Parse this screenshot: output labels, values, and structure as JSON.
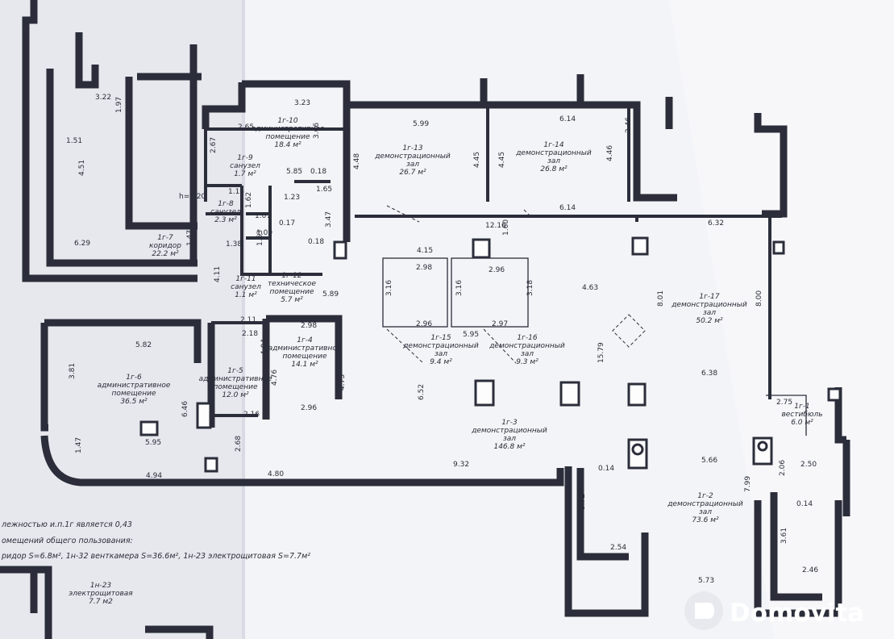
{
  "rooms": [
    {
      "id": "r1",
      "lines": [
        "1г-1",
        "вестибюль",
        "6.0 м²"
      ]
    },
    {
      "id": "r2",
      "lines": [
        "1г-2",
        "демонстрационный",
        "зал",
        "73.6 м²"
      ]
    },
    {
      "id": "r3",
      "lines": [
        "1г-3",
        "демонстрационный",
        "зал",
        "146.8 м²"
      ]
    },
    {
      "id": "r4",
      "lines": [
        "1г-4",
        "административное",
        "помещение",
        "14.1 м²"
      ]
    },
    {
      "id": "r5",
      "lines": [
        "1г-5",
        "административное",
        "помещение",
        "12.0 м²"
      ]
    },
    {
      "id": "r6",
      "lines": [
        "1г-6",
        "административное",
        "помещение",
        "36.5 м²"
      ]
    },
    {
      "id": "r7",
      "lines": [
        "1г-7",
        "коридор",
        "22.2 м²"
      ]
    },
    {
      "id": "r8",
      "lines": [
        "1г-8",
        "санузел",
        "2.3 м²"
      ]
    },
    {
      "id": "r9",
      "lines": [
        "1г-9",
        "санузел",
        "1.7 м²"
      ]
    },
    {
      "id": "r10",
      "lines": [
        "1г-10",
        "административное",
        "помещение",
        "18.4 м²"
      ]
    },
    {
      "id": "r11",
      "lines": [
        "1г-11",
        "санузел",
        "1.1 м²"
      ]
    },
    {
      "id": "r12",
      "lines": [
        "1г-12",
        "техническое",
        "помещение",
        "5.7 м²"
      ]
    },
    {
      "id": "r13",
      "lines": [
        "1г-13",
        "демонстрационный",
        "зал",
        "26.7 м²"
      ]
    },
    {
      "id": "r14",
      "lines": [
        "1г-14",
        "демонстрационный",
        "зал",
        "26.8 м²"
      ]
    },
    {
      "id": "r15",
      "lines": [
        "1г-15",
        "демонстрационный",
        "зал",
        "9.4 м²"
      ]
    },
    {
      "id": "r16",
      "lines": [
        "1г-16",
        "демонстрационный",
        "зал",
        "9.3 м²"
      ]
    },
    {
      "id": "r17",
      "lines": [
        "1г-17",
        "демонстрационный",
        "зал",
        "50.2 м²"
      ]
    },
    {
      "id": "r23",
      "lines": [
        "1н-23",
        "электрощитовая",
        "7.7 м2"
      ]
    }
  ],
  "dimensions": [
    "3.22",
    "1.97",
    "1.51",
    "4.51",
    "6.29",
    "3.23",
    "2.65",
    "2.67",
    "3.66",
    "5.85",
    "0.18",
    "1.15",
    "1.62",
    "1.07",
    "1.23",
    "1.65",
    "0.17",
    "1.09",
    "1.63",
    "0.18",
    "3.47",
    "h=1.20",
    "1.47",
    "1.38",
    "4.11",
    "5.89",
    "2.11",
    "2.18",
    "2.98",
    "4.04",
    "4.76",
    "4.73",
    "2.96",
    "2.16",
    "2.68",
    "5.82",
    "3.81",
    "6.46",
    "1.47",
    "5.95",
    "4.94",
    "4.80",
    "9.32",
    "5.99",
    "4.48",
    "4.45",
    "4.45",
    "6.14",
    "4.46",
    "2.46",
    "6.14",
    "12.16",
    "1.60",
    "4.15",
    "2.98",
    "2.96",
    "3.16",
    "3.16",
    "3.18",
    "2.96",
    "5.95",
    "2.97",
    "4.63",
    "8.01",
    "15.79",
    "6.52",
    "6.32",
    "8.00",
    "6.38",
    "2.75",
    "5.66",
    "2.06",
    "2.50",
    "0.14",
    "7.99",
    "0.14",
    "3.72",
    "2.54",
    "3.61",
    "2.46",
    "5.73"
  ],
  "notes": [
    "лежностью и.п.1г является 0,43",
    "омещений общего пользования:",
    "ридор S=6.8м², 1н-32 венткамера S=36.6м², 1н-23 электрощитовая S=7.7м²"
  ],
  "watermark": {
    "text": "Domovita",
    "icon": "domovita-logo-icon"
  },
  "colors": {
    "paper": "#f3f4f7",
    "ink": "#2b2e3a"
  }
}
